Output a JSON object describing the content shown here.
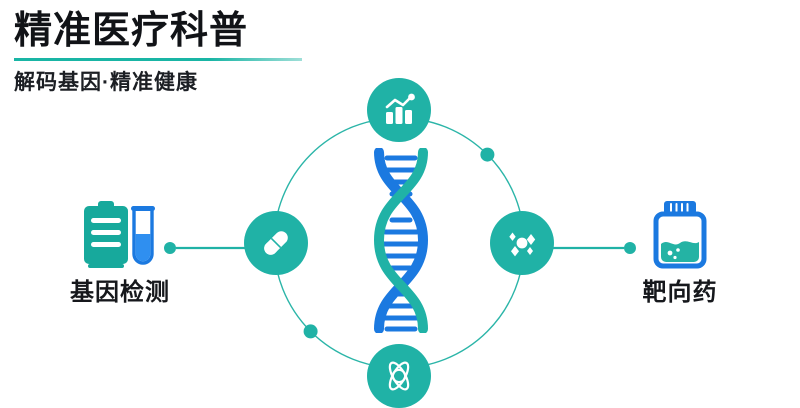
{
  "header": {
    "title": "精准医疗科普",
    "subtitle": "解码基因·精准健康",
    "rule_color": "#19b5a5"
  },
  "theme": {
    "background": "#ffffff",
    "teal": "#20b2a6",
    "teal_dark": "#17a294",
    "blue": "#1b79e0",
    "blue_dark": "#1668c8",
    "text": "#16181c",
    "ring_stroke": "#2bb5a8"
  },
  "diagram": {
    "center_icon": {
      "name": "dna-helix",
      "strand_colors": [
        "#1b79e0",
        "#20b2a6"
      ],
      "rung_color": "#1b79e0"
    },
    "ring": {
      "stroke": "#2bb5a8",
      "dots": [
        "upper-right",
        "lower-left"
      ]
    },
    "nodes": [
      {
        "position": "top",
        "icon": "bar-chart-icon",
        "color": "#20b2a6"
      },
      {
        "position": "left",
        "icon": "capsule-pill-icon",
        "color": "#20b2a6"
      },
      {
        "position": "right",
        "icon": "molecule-icon",
        "color": "#20b2a6"
      },
      {
        "position": "bottom",
        "icon": "atom-icon",
        "color": "#20b2a6"
      }
    ]
  },
  "side_items": [
    {
      "id": "gene-testing",
      "label": "基因检测",
      "icon": "clipboard-test-tube-icon",
      "icon_colors": [
        "#20b2a6",
        "#1b79e0"
      ],
      "connector_dot": "#20b2a6"
    },
    {
      "id": "targeted-drug",
      "label": "靶向药",
      "icon": "medicine-bottle-icon",
      "icon_colors": [
        "#1b79e0",
        "#20b2a6"
      ],
      "connector_dot": "#20b2a6"
    }
  ]
}
